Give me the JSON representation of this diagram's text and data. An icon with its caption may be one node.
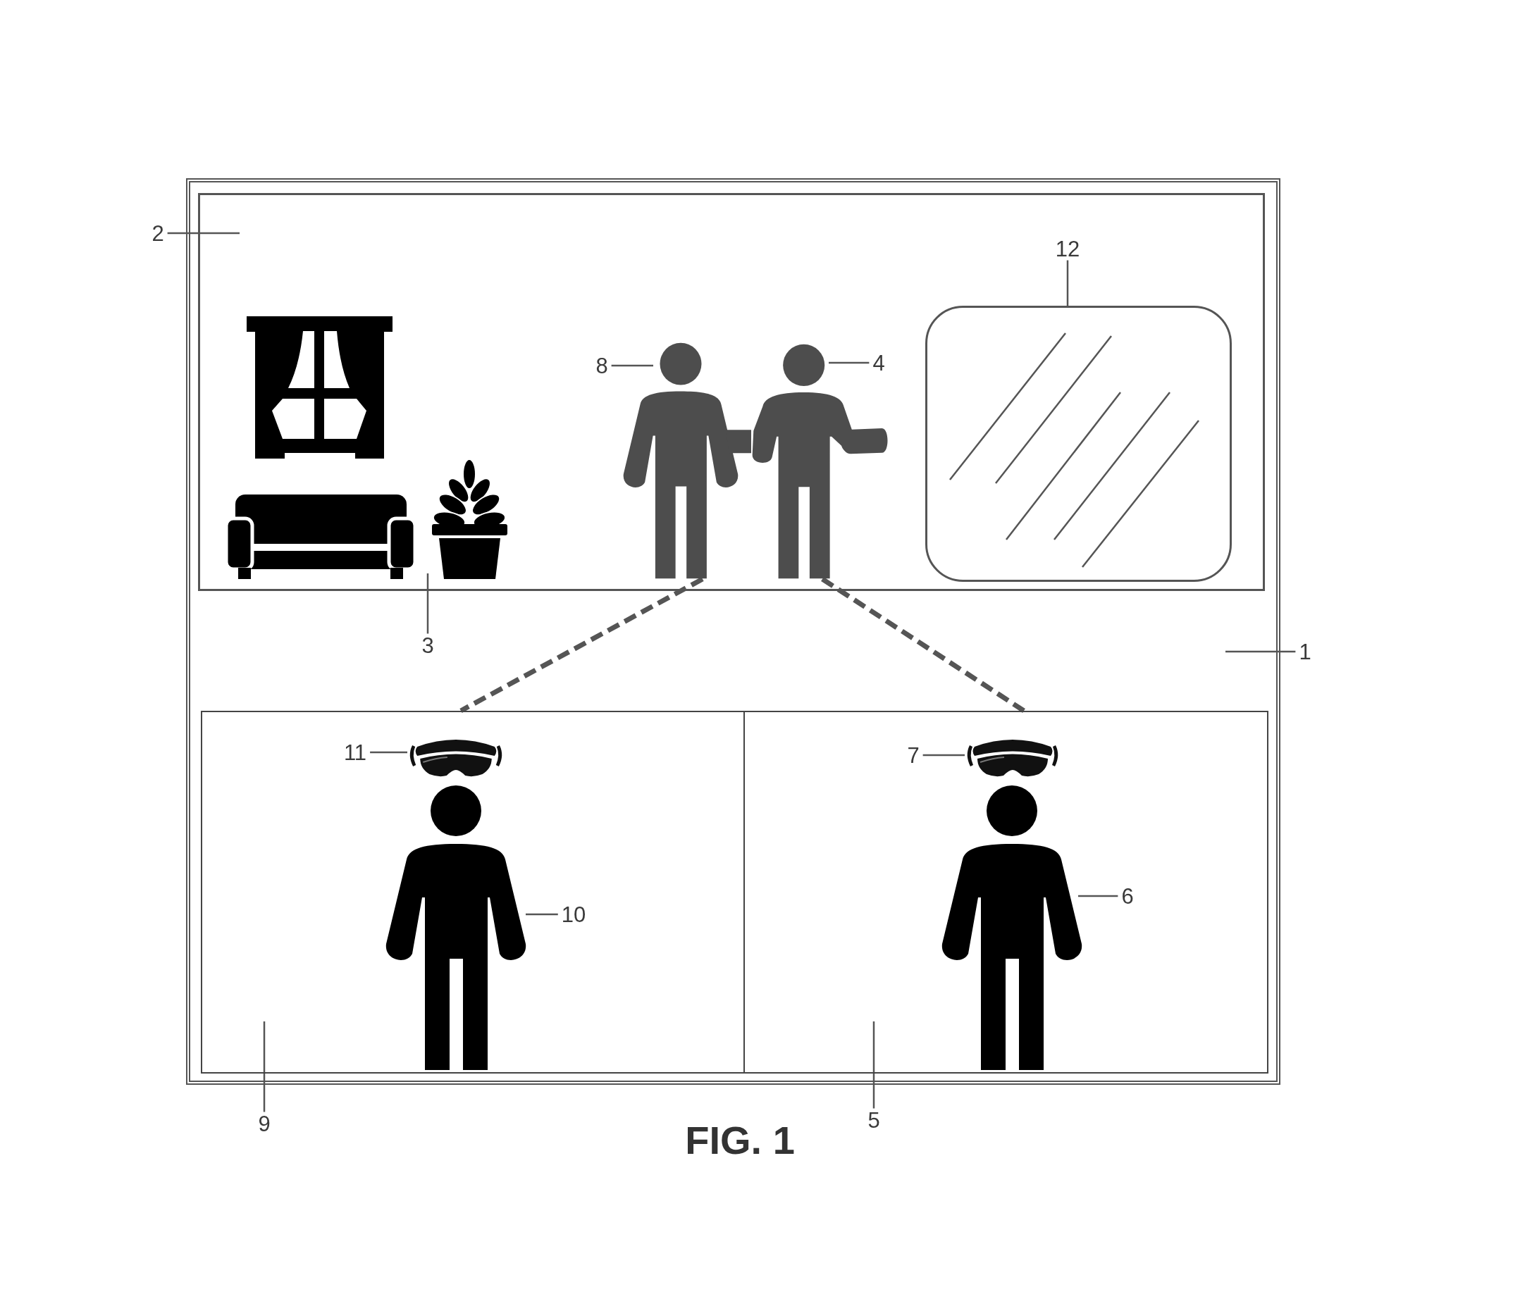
{
  "diagram": {
    "nodes": [
      {
        "text": [],
        "shape": "box"
      },
      {
        "text": [
          "2"
        ]
      },
      {
        "text": [],
        "shape": "box",
        "in": 0
      },
      {
        "text": [
          "12"
        ],
        "in": 2
      },
      {
        "text": [],
        "shape": "picture",
        "in": 2
      },
      {
        "text": [
          "8"
        ],
        "in": 2
      },
      {
        "text": [],
        "shape": "person",
        "in": 2
      },
      {
        "text": [],
        "shape": "person",
        "in": 2
      },
      {
        "text": [
          "4"
        ],
        "in": 2
      },
      {
        "text": [
          "3"
        ],
        "in": 0
      },
      {
        "text": [
          "1"
        ]
      },
      {
        "text": [],
        "shape": "box",
        "in": 0
      },
      {
        "text": [
          "11"
        ],
        "in": 11
      },
      {
        "text": [],
        "shape": "picture",
        "in": 11
      },
      {
        "text": [],
        "shape": "person",
        "in": 11
      },
      {
        "text": [
          "10"
        ],
        "in": 11
      },
      {
        "text": [],
        "shape": "box",
        "in": 0
      },
      {
        "text": [
          "7"
        ],
        "in": 16
      },
      {
        "text": [],
        "shape": "picture",
        "in": 16
      },
      {
        "text": [],
        "shape": "person",
        "in": 16
      },
      {
        "text": [
          "6"
        ],
        "in": 16
      },
      {
        "text": [
          "9"
        ]
      },
      {
        "text": [
          "5"
        ]
      }
    ],
    "edges": [
      {
        "from": 1,
        "to": 2,
        "arrow": "none"
      },
      {
        "from": 3,
        "to": 4,
        "arrow": "none"
      },
      {
        "from": 5,
        "to": 6,
        "arrow": "none"
      },
      {
        "from": 8,
        "to": 7,
        "arrow": "none"
      },
      {
        "from": 9,
        "to": 2,
        "arrow": "none"
      },
      {
        "from": 10,
        "to": 0,
        "arrow": "none"
      },
      {
        "from": 6,
        "to": 11,
        "arrow": "none",
        "style": "dashed"
      },
      {
        "from": 7,
        "to": 16,
        "arrow": "none",
        "style": "dashed"
      },
      {
        "from": 12,
        "to": 13,
        "arrow": "none"
      },
      {
        "from": 15,
        "to": 14,
        "arrow": "none"
      },
      {
        "from": 17,
        "to": 18,
        "arrow": "none"
      },
      {
        "from": 20,
        "to": 19,
        "arrow": "none"
      },
      {
        "from": 21,
        "to": 11,
        "arrow": "none"
      },
      {
        "from": 22,
        "to": 16,
        "arrow": "none"
      }
    ],
    "caption": "FIG. 1"
  }
}
